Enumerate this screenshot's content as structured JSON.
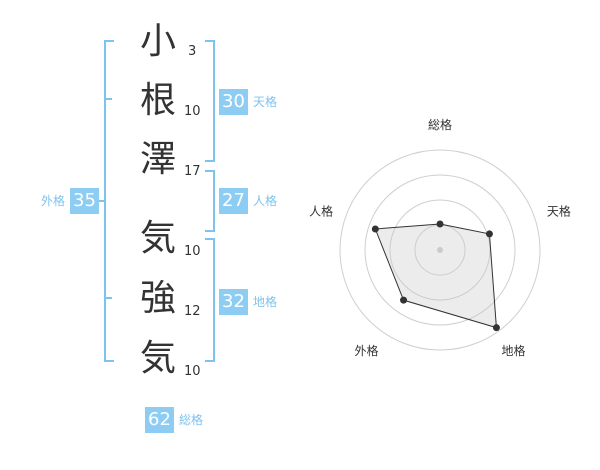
{
  "name_chars": [
    {
      "char": "小",
      "strokes": "3"
    },
    {
      "char": "根",
      "strokes": "10"
    },
    {
      "char": "澤",
      "strokes": "17"
    },
    {
      "char": "気",
      "strokes": "10"
    },
    {
      "char": "強",
      "strokes": "12"
    },
    {
      "char": "気",
      "strokes": "10"
    }
  ],
  "kaku": {
    "tenkaku": {
      "value": "30",
      "label": "天格"
    },
    "jinkaku": {
      "value": "27",
      "label": "人格"
    },
    "chikaku": {
      "value": "32",
      "label": "地格"
    },
    "gaikaku": {
      "value": "35",
      "label": "外格"
    },
    "soukaku": {
      "value": "62",
      "label": "総格"
    }
  },
  "colors": {
    "accent": "#8ecdf3",
    "bracket": "#7ec3ee",
    "text": "#333333"
  },
  "chart_data": {
    "type": "radar",
    "axes": [
      "総格",
      "天格",
      "地格",
      "外格",
      "人格"
    ],
    "values": [
      1.3,
      2.6,
      4.8,
      3.1,
      3.4
    ],
    "range": [
      0,
      5
    ],
    "rings": 4
  }
}
